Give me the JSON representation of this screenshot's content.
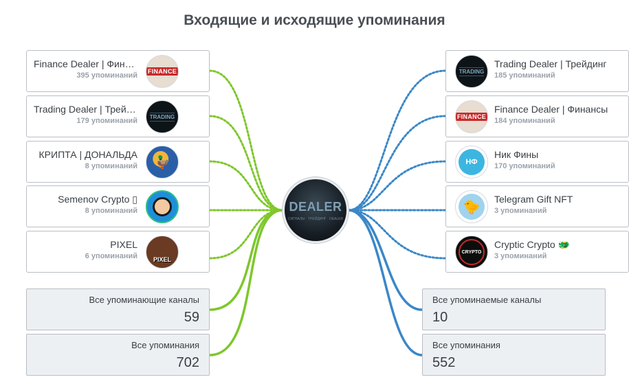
{
  "title": "Входящие и исходящие упоминания",
  "center": {
    "logo_text": "DEALER",
    "logo_subtext": "СИГНАЛЫ · ТРЕЙДИНГ · DEALER"
  },
  "colors": {
    "incoming_line": "#7ec72c",
    "outgoing_line": "#3a87c8",
    "stat_bg": "#edf0f3"
  },
  "incoming": [
    {
      "name": "Finance Dealer | Финансы",
      "count": "395 упоминаний",
      "avatar_icon": "finance-logo",
      "avatar_text": "FINANCE"
    },
    {
      "name": "Trading Dealer | Трейдинг",
      "count": "179 упоминаний",
      "avatar_icon": "trading-logo",
      "avatar_text": "TRADING"
    },
    {
      "name": "КРИПТА | ДОНАЛЬДА",
      "count": "8 упоминаний",
      "avatar_icon": "duck-cartoon",
      "avatar_text": "🦆"
    },
    {
      "name": "Semenov Crypto ▯",
      "count": "8 упоминаний",
      "avatar_icon": "cartoon-face",
      "avatar_text": ""
    },
    {
      "name": "PIXEL",
      "count": "6 упоминаний",
      "avatar_icon": "pixel-creature",
      "avatar_text": "PIXEL"
    }
  ],
  "outgoing": [
    {
      "name": "Trading Dealer | Трейдинг",
      "count": "185 упоминаний",
      "avatar_icon": "trading-logo",
      "avatar_text": "TRADING"
    },
    {
      "name": "Finance Dealer | Финансы",
      "count": "184 упоминаний",
      "avatar_icon": "finance-logo",
      "avatar_text": "FINANCE"
    },
    {
      "name": "Ник Фины",
      "count": "170 упоминаний",
      "avatar_icon": "nf-initials",
      "avatar_text": "НФ"
    },
    {
      "name": "Telegram Gift NFT",
      "count": "3 упоминаний",
      "avatar_icon": "duck-toy",
      "avatar_text": "🐤"
    },
    {
      "name": "Cryptic Crypto 🐲",
      "count": "3 упоминаний",
      "avatar_icon": "crypto-logo",
      "avatar_text": "CRYPTO"
    }
  ],
  "stats_left": [
    {
      "label": "Все упоминающие каналы",
      "value": "59"
    },
    {
      "label": "Все упоминания",
      "value": "702"
    }
  ],
  "stats_right": [
    {
      "label": "Все упоминаемые каналы",
      "value": "10"
    },
    {
      "label": "Все упоминания",
      "value": "552"
    }
  ]
}
